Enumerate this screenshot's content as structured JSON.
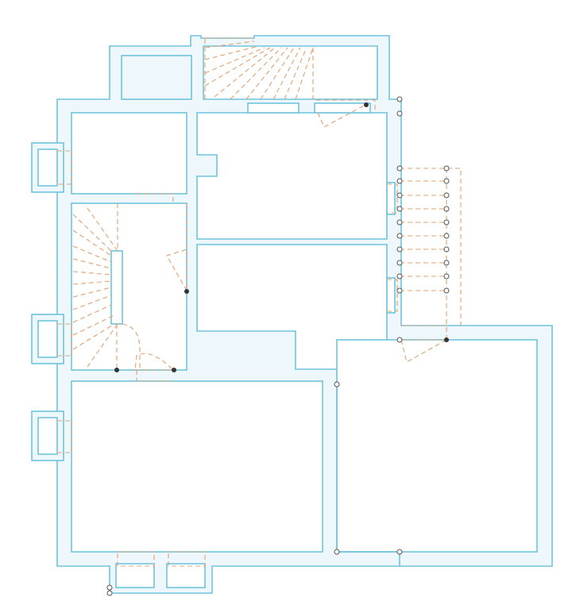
{
  "colors": {
    "wall_stroke": "#6ec4dc",
    "wall_fill": "#eef7fc",
    "room_fill": "#ffffff",
    "dashed_stroke": "#e0a070",
    "node_solid": "#333333",
    "node_open": "#ffffff"
  },
  "plan": {
    "rooms": [
      "room-upper-left",
      "room-upper-right",
      "room-middle-right",
      "room-stair-hall",
      "room-large-bottom-left",
      "room-large-bottom-right",
      "room-top-closet"
    ],
    "stairs": [
      "stair-top",
      "stair-left-spiral",
      "stair-right-exterior"
    ],
    "doors": [
      "door-top-right",
      "door-stair-hall",
      "door-bottom-left-a",
      "door-bottom-left-b",
      "door-exterior-right"
    ],
    "bays": [
      "bay-left-upper",
      "bay-left-middle",
      "bay-left-lower",
      "bay-bottom-a",
      "bay-bottom-b"
    ]
  }
}
